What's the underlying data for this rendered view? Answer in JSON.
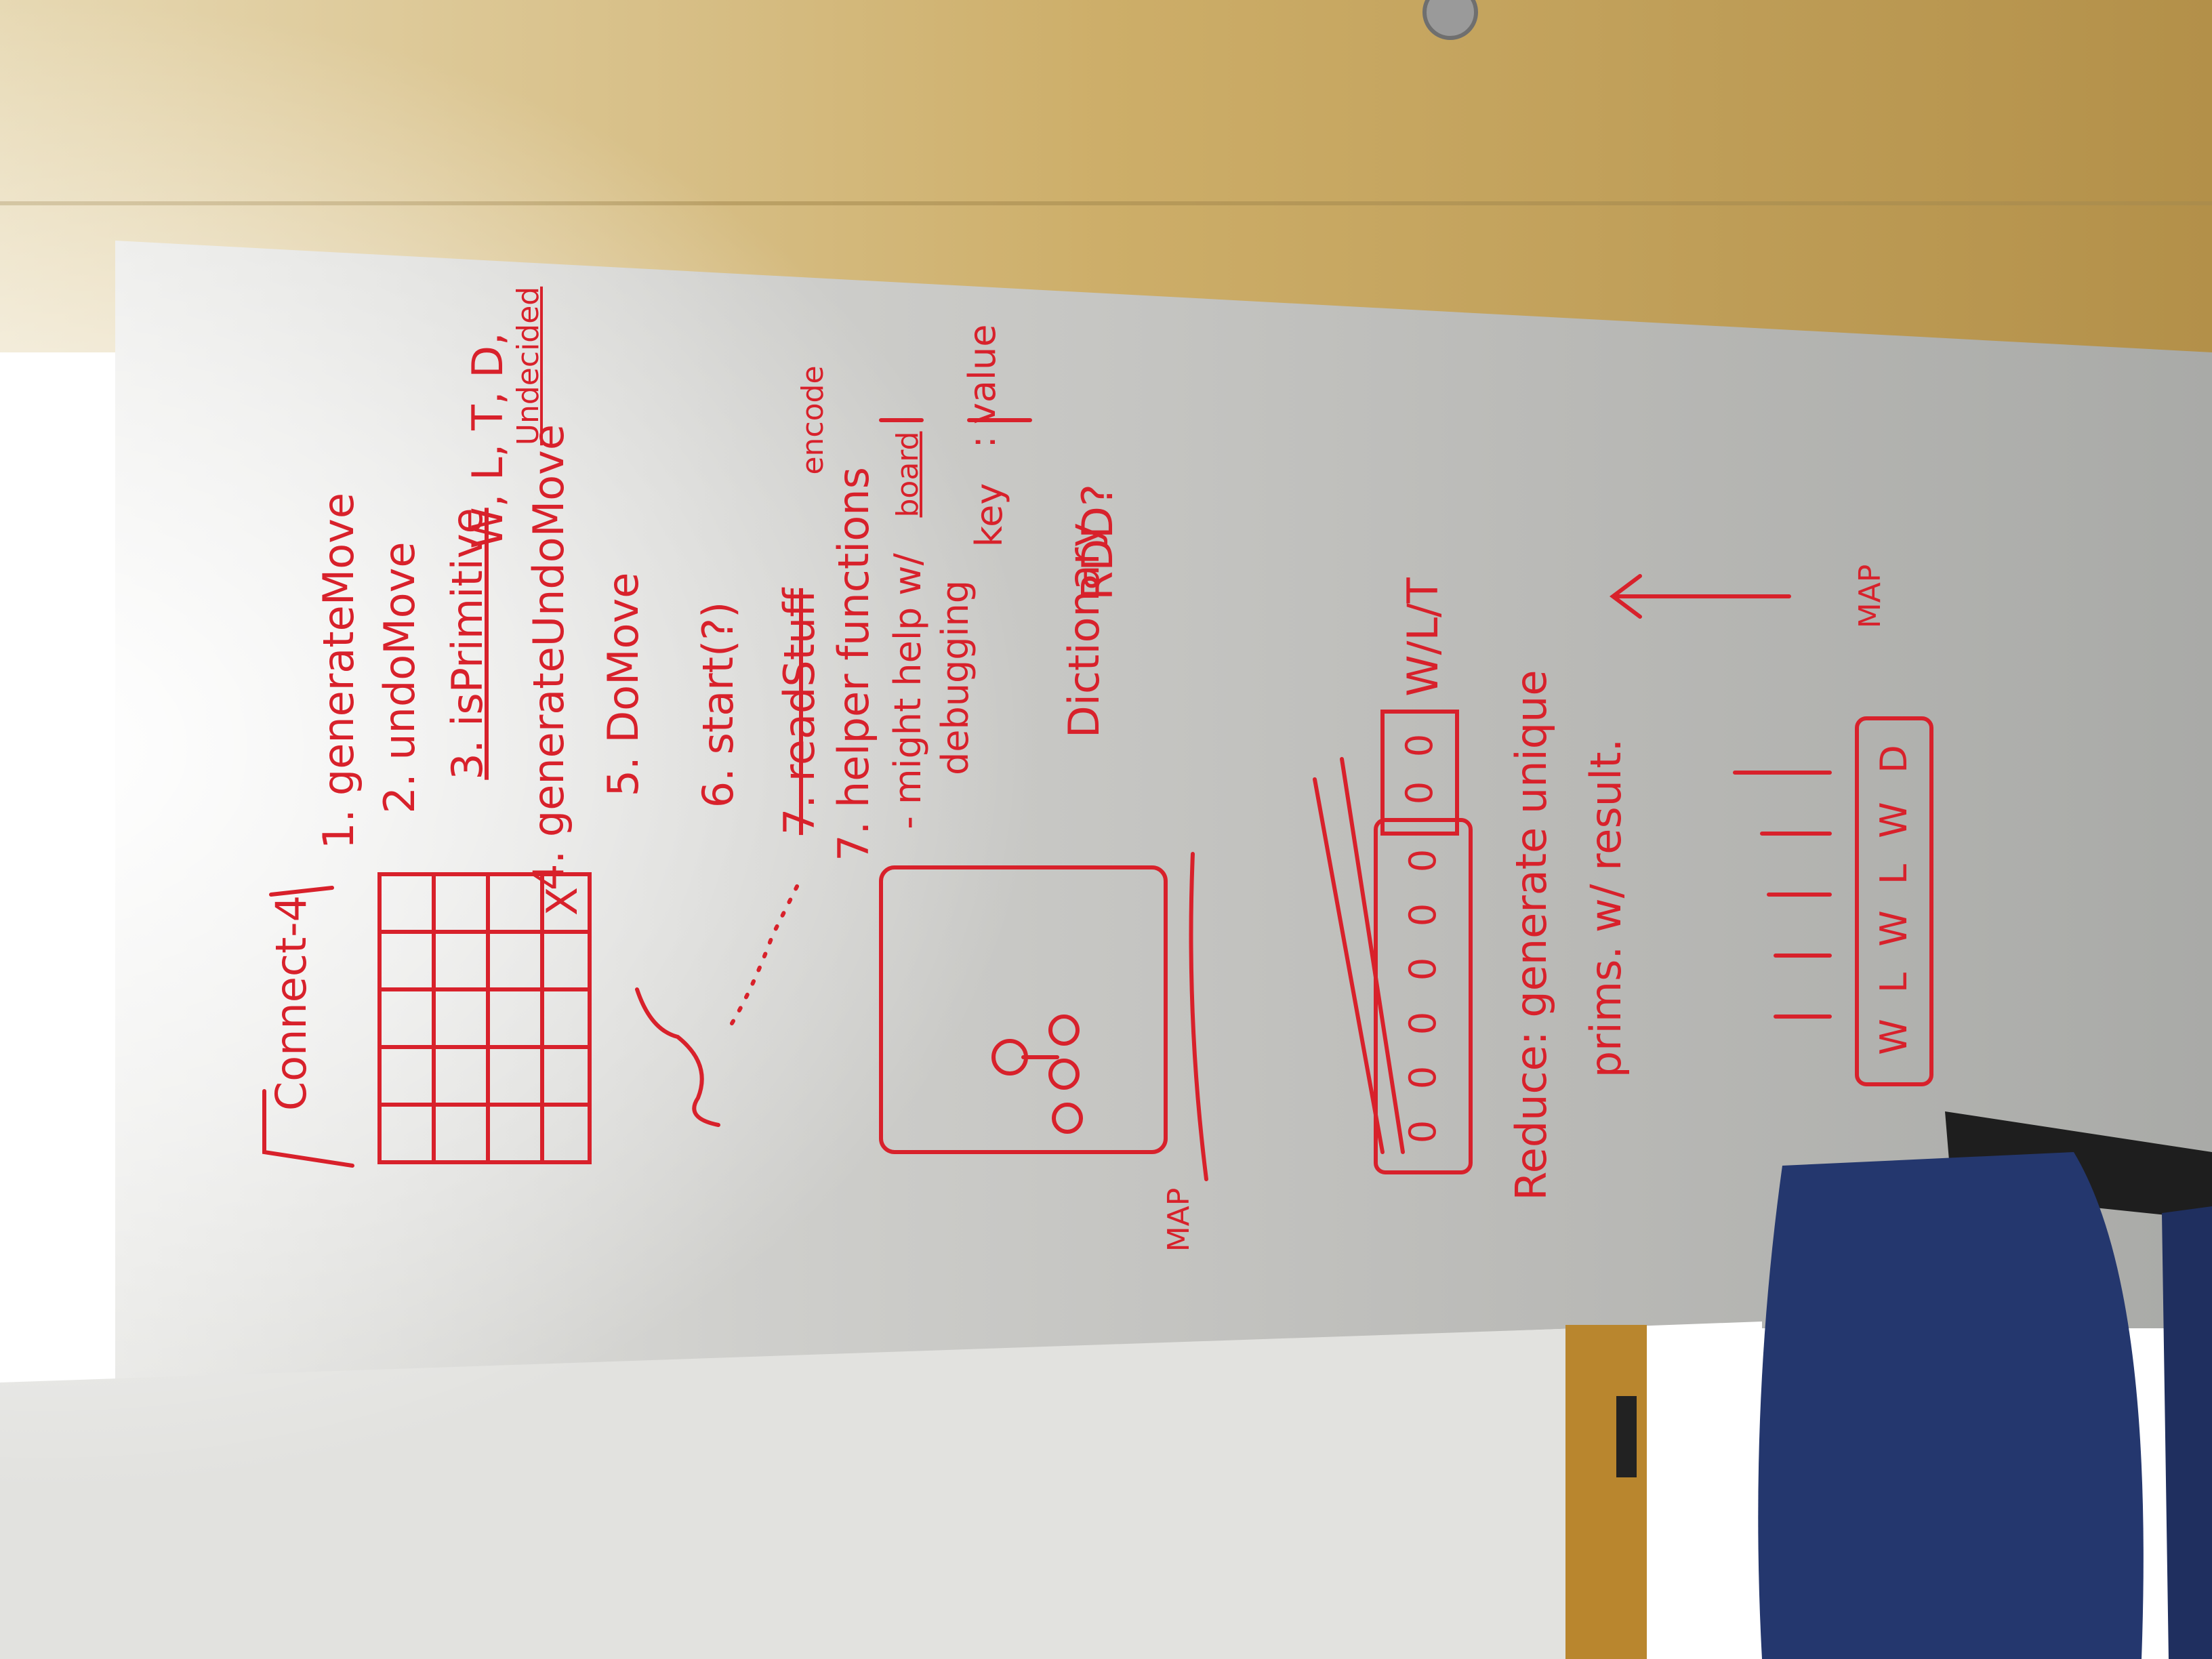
{
  "whiteboard": {
    "title": "Connect-4",
    "list": [
      "1. generateMove",
      "2. undoMove",
      "3. isPrimitive",
      "4. generateUndoMove",
      "5. DoMove",
      "6. start(?)",
      "7. readStuff",
      "7. helper functions",
      "- might help w/",
      "debugging"
    ],
    "outcomes": "W, L, T, D,",
    "undecided": "Undecided",
    "encode": "encode",
    "board": "board",
    "dictionary": "Dictionary",
    "key": "key",
    "colon_value": ": value",
    "rdd": "RDD?",
    "map_top": "MAP",
    "map_right": "MAP",
    "cells": [
      "0",
      "0",
      "0",
      "0",
      "0",
      "0",
      "0",
      "0"
    ],
    "wlt": "W/L/T",
    "reduce_line1": "Reduce: generate unique",
    "reduce_line2": "prims. w/ result.",
    "result_cells": [
      "W",
      "L",
      "W",
      "L",
      "W",
      "D"
    ],
    "grid_mark": "X"
  },
  "colors": {
    "marker": "#d8212b",
    "wall": "#c7a865",
    "board": "#c9c9c4",
    "chair": "#24376e"
  }
}
